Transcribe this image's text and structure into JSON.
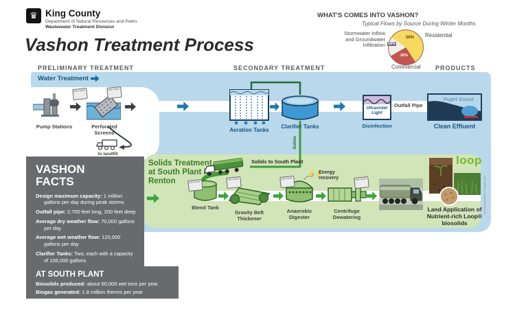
{
  "header": {
    "brand": "King County",
    "dept": "Department of Natural Resources and Parks",
    "division": "Wastewater Treatment Division",
    "title": "Vashon Treatment Process"
  },
  "inflow_chart": {
    "heading": "WHAT'S COMES INTO VASHON?",
    "subheading": "Typical Flows by Source During Winter Months",
    "label_residential": "Residential",
    "label_commercial": "Commercial",
    "label_stormwater": "Stormwater Inflow and Groundwater Infiltration",
    "pct_residential": "56%",
    "pct_stormwater": "18%",
    "pct_commercial": "26%"
  },
  "chart_data": {
    "type": "pie",
    "title": "WHAT'S COMES INTO VASHON?",
    "subtitle": "Typical Flows by Source During Winter Months",
    "labels": [
      "Residential",
      "Commercial",
      "Stormwater Inflow and Groundwater Infiltration"
    ],
    "values": [
      56,
      26,
      18
    ],
    "colors": [
      "#f6d95f",
      "#c0564f",
      "#f0efeb"
    ],
    "legend_position": "around-pie"
  },
  "sections": {
    "preliminary": "PRELIMINARY TREATMENT",
    "secondary": "SECONDARY TREATMENT",
    "products": "PRODUCTS"
  },
  "water": {
    "band_label": "Water Treatment",
    "pump_stations": "Pump Stations",
    "perforated_screens": "Perforated Screens",
    "to_landfill": "to landfill",
    "aeration_tanks": "Aeration Tanks",
    "clarifier_tanks": "Clarifier Tanks",
    "uv_light": "Ultraviolet Light",
    "disinfection": "Disinfection",
    "outfall_pipe": "Outfall Pipe",
    "puget_sound": "Puget Sound",
    "clean_effluent": "Clean Effluent",
    "solids_pipe_label": "Solids"
  },
  "solids": {
    "heading": "Solids Treatment at South Plant in Renton",
    "truck_label": "Solids to South Plant",
    "blend_tank": "Blend Tank",
    "gravity_belt": "Gravity Belt Thickener",
    "digester": "Anaerobic Digester",
    "energy": "Energy recovery",
    "centrifuge": "Centrifuge Dewatering",
    "loop_logo": "loop",
    "land_application": "Land Application of Nutrient-rich Loop® biosolids",
    "odor_tag": "odor control"
  },
  "facts": {
    "title": "VASHON FACTS",
    "items": [
      {
        "label": "Design maximum capacity:",
        "value": "1 million gallons per day during peak storms"
      },
      {
        "label": "Outfall pipe:",
        "value": "2,700 feet long, 200 feet deep"
      },
      {
        "label": "Average dry weather flow:",
        "value": "70,000 gallons per day"
      },
      {
        "label": "Average wet weather flow:",
        "value": "120,000 gallons per day"
      },
      {
        "label": "Clarifier Tanks:",
        "value": "Two, each with a capacity of 106,000 gallons"
      }
    ]
  },
  "south_plant": {
    "title": "AT SOUTH PLANT",
    "items": [
      {
        "label": "Biosolids produced:",
        "value": "about 60,000 wet tons per year"
      },
      {
        "label": "Biogas generated:",
        "value": "1.8 million therms per year"
      }
    ]
  },
  "side_credit": "1607_8957w_VashonProcess.ai",
  "colors": {
    "band_blue": "#b9d8ec",
    "band_green": "#d2e5b9",
    "facts_gray": "#696a6d",
    "accent_blue": "#16567e",
    "accent_green": "#3c7d23",
    "arrow_blue": "#2178ad",
    "arrow_green": "#3aa53a",
    "pie_yellow": "#f6d95f",
    "pie_red": "#c0564f"
  }
}
